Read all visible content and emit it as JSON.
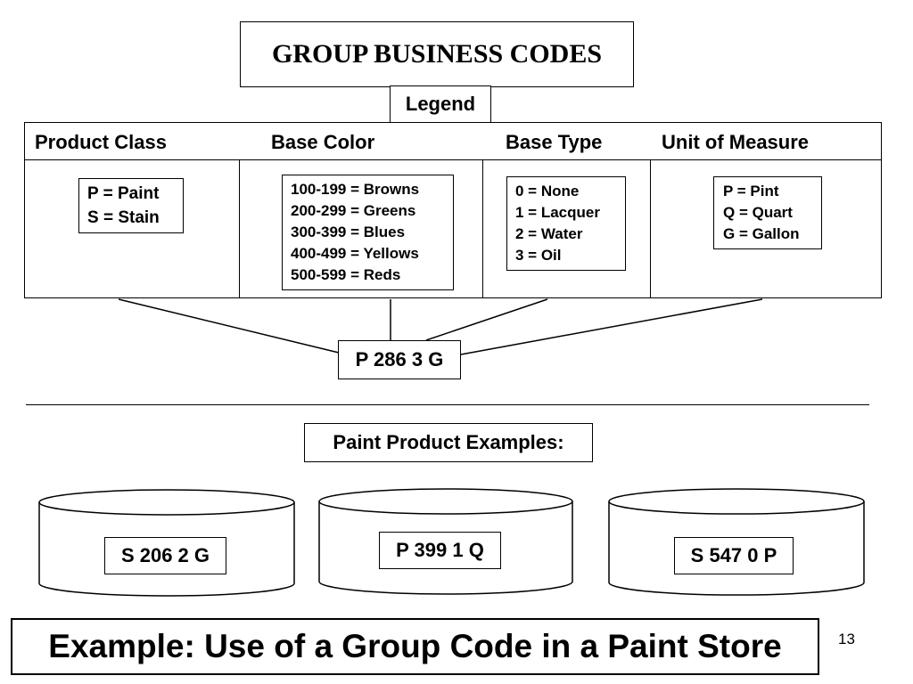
{
  "title": "GROUP BUSINESS CODES",
  "legend_label": "Legend",
  "columns": {
    "product_class": {
      "header": "Product Class",
      "codes": [
        "P = Paint",
        "S = Stain"
      ]
    },
    "base_color": {
      "header": "Base Color",
      "codes": [
        "100-199 = Browns",
        "200-299 = Greens",
        "300-399 = Blues",
        "400-499 = Yellows",
        "500-599 = Reds"
      ]
    },
    "base_type": {
      "header": "Base Type",
      "codes": [
        "0 = None",
        "1 = Lacquer",
        "2 = Water",
        "3 = Oil"
      ]
    },
    "unit_of_measure": {
      "header": "Unit of Measure",
      "codes": [
        "P = Pint",
        "Q = Quart",
        "G = Gallon"
      ]
    }
  },
  "example_code": "P 286 3 G",
  "examples_label": "Paint Product Examples:",
  "cans": [
    "S 206 2 G",
    "P 399 1 Q",
    "S 547 0 P"
  ],
  "footer": "Example: Use of a Group Code in a Paint Store",
  "page_number": "13"
}
